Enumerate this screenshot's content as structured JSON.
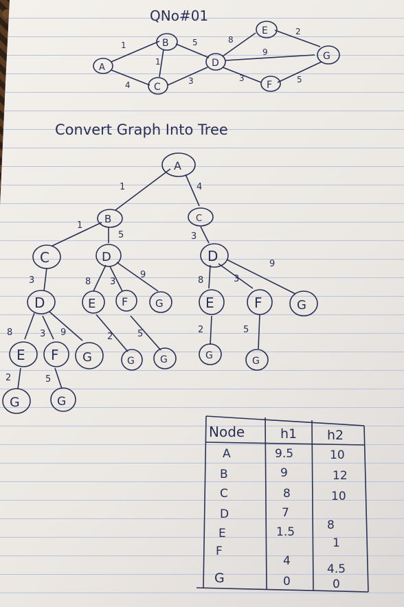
{
  "question": "QNo#01",
  "subtitle": "Convert Graph Into Tree",
  "graph": {
    "nodes": [
      "A",
      "B",
      "C",
      "D",
      "E",
      "F",
      "G"
    ],
    "edges": [
      {
        "from": "A",
        "to": "B",
        "w": "1"
      },
      {
        "from": "A",
        "to": "C",
        "w": "4"
      },
      {
        "from": "B",
        "to": "C",
        "w": "1"
      },
      {
        "from": "B",
        "to": "D",
        "w": "5"
      },
      {
        "from": "C",
        "to": "D",
        "w": "3"
      },
      {
        "from": "D",
        "to": "E",
        "w": "8"
      },
      {
        "from": "D",
        "to": "G",
        "w": "9"
      },
      {
        "from": "D",
        "to": "F",
        "w": "3"
      },
      {
        "from": "E",
        "to": "G",
        "w": "2"
      },
      {
        "from": "F",
        "to": "G",
        "w": "5"
      }
    ]
  },
  "tree": {
    "nodes": [
      "A",
      "B",
      "C",
      "C",
      "D",
      "D",
      "D",
      "E",
      "F",
      "G",
      "E",
      "F",
      "G",
      "E",
      "F",
      "G",
      "G",
      "G",
      "G",
      "G",
      "G",
      "G"
    ],
    "weights": [
      "1",
      "4",
      "1",
      "5",
      "3",
      "3",
      "9",
      "8",
      "3",
      "9",
      "8",
      "3",
      "9",
      "2",
      "5",
      "2",
      "5",
      "8",
      "3",
      "2",
      "5"
    ]
  },
  "table": {
    "headers": [
      "Node",
      "h1",
      "h2"
    ],
    "rows": [
      [
        "A",
        "9.5",
        "10"
      ],
      [
        "B",
        "9",
        "12"
      ],
      [
        "C",
        "8",
        "10"
      ],
      [
        "D",
        "7",
        "8"
      ],
      [
        "E",
        "1.5",
        "1"
      ],
      [
        "F",
        "4",
        "4.5"
      ],
      [
        "G",
        "0",
        "0"
      ]
    ]
  }
}
